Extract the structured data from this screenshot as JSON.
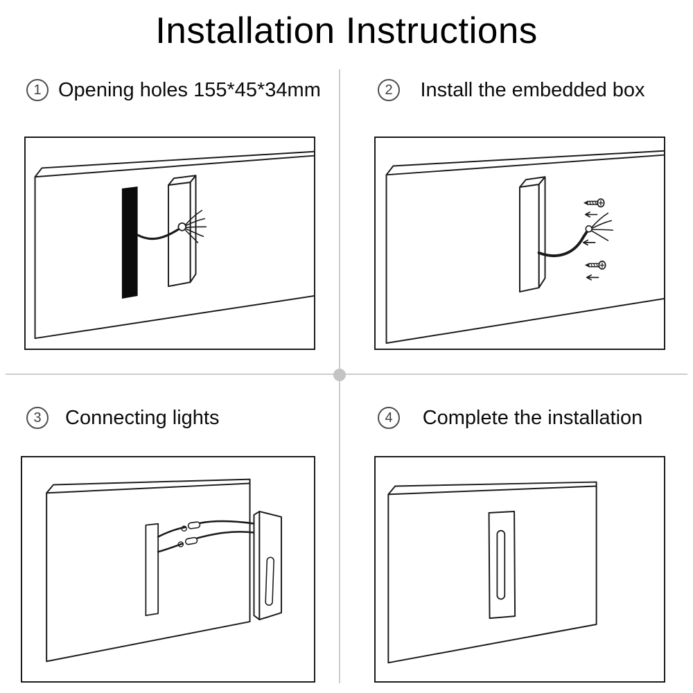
{
  "page": {
    "title": "Installation Instructions"
  },
  "steps": [
    {
      "number": "1",
      "label": "Opening holes 155*45*34mm",
      "illustration": "wall-with-black-cutout-hole-embedded-box-and-stripped-wires"
    },
    {
      "number": "2",
      "label": "Install the embedded box",
      "illustration": "embedded-box-in-wall-with-wire-and-two-screws-with-insert-arrows"
    },
    {
      "number": "3",
      "label": "Connecting lights",
      "illustration": "wall-slot-wires-with-connectors-joining-light-fixture"
    },
    {
      "number": "4",
      "label": "Complete the installation",
      "illustration": "recessed-slot-light-installed-flush-in-wall"
    }
  ],
  "colors": {
    "background": "#ffffff",
    "line": "#1a1a1a",
    "divider": "#cccccc",
    "hole_fill": "#0b0b0b",
    "text": "#0a0a0a"
  }
}
